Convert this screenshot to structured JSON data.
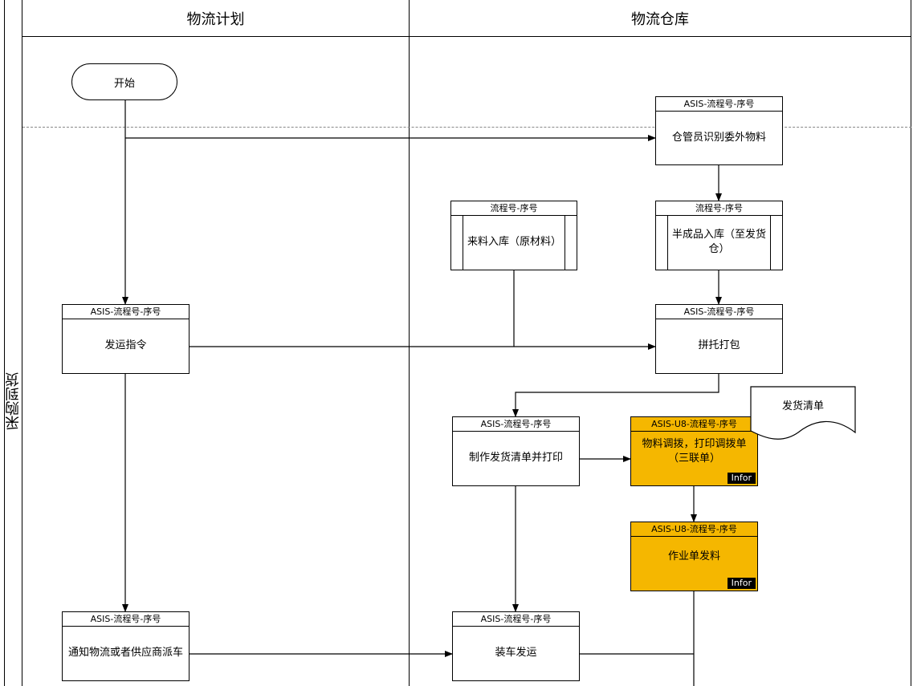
{
  "row_label": "采购到货",
  "lanes": {
    "left": "物流计划",
    "right": "物流仓库"
  },
  "start": "开始",
  "nodes": {
    "identify": {
      "header": "ASIS-流程号-序号",
      "text": "仓管员识别委外物料"
    },
    "incoming": {
      "header": "流程号-序号",
      "text": "来料入库（原材料）"
    },
    "semi": {
      "header": "流程号-序号",
      "text": "半成品入库（至发货仓）"
    },
    "dispatch_order": {
      "header": "ASIS-流程号-序号",
      "text": "发运指令"
    },
    "palletize": {
      "header": "ASIS-流程号-序号",
      "text": "拼托打包"
    },
    "make_list": {
      "header": "ASIS-流程号-序号",
      "text": "制作发货清单并打印"
    },
    "transfer": {
      "header": "ASIS-U8-流程号-序号",
      "text": "物料调拨，打印调拨单（三联单）",
      "tag": "Infor"
    },
    "issue": {
      "header": "ASIS-U8-流程号-序号",
      "text": "作业单发料",
      "tag": "Infor"
    },
    "notify": {
      "header": "ASIS-流程号-序号",
      "text": "通知物流或者供应商派车"
    },
    "load": {
      "header": "ASIS-流程号-序号",
      "text": "装车发运"
    }
  },
  "document": "发货清单",
  "colors": {
    "highlight": "#f5b700",
    "line": "#000000",
    "tag_bg": "#000000"
  }
}
